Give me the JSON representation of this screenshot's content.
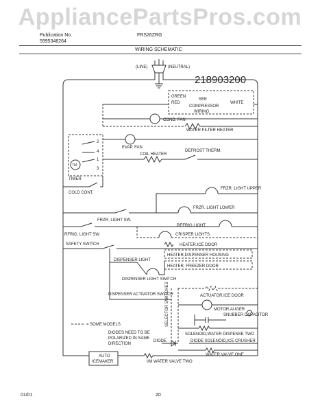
{
  "watermark": "AppliancePartsPros.com",
  "header": {
    "publication_label": "Publication No.",
    "publication_no": "5995348264",
    "model": "FRS26ZRG",
    "title": "WIRING SCHEMATIC"
  },
  "diagram": {
    "part_number": "218903200",
    "line": "(LINE)",
    "neutral": "(NEUTRAL)",
    "green": "GREEN",
    "red": "RED",
    "see": "SEE",
    "white": "WHITE",
    "compressor": "COMPRESSOR",
    "wiring": "WIRING",
    "water_filter_heater": "WATER FILTER HEATER",
    "cond_fan": "COND. FAN",
    "evap_fan": "EVAP. FAN",
    "coil_heater": "COIL HEATER",
    "defrost_therm": "DEFROST THERM.",
    "tm": "TM",
    "timer": "TIMER",
    "cold_cont": "COLD CONT.",
    "frzr_light_upper": "FRZR. LIGHT UPPER",
    "frzr_light_lower": "FRZR. LIGHT LOWER",
    "frzr_light_sw": "FRZR. LIGHT SW.",
    "refrig_light": "REFRIG LIGHT",
    "refrig_light_sw": "RFRIG. LIGHT SW.",
    "crisper_lights": "CRISPER LIGHTS",
    "safety_switch": "SAFETY SWITCH",
    "heater_ice_door": "HEATER,ICE DOOR",
    "dispenser_light": "DISPENSER LIGHT",
    "heater_dispenser_housing": "HEATER,DISPENSER HOUSING",
    "heater_freezer_door": "HEATER, FREEZER DOOR",
    "dispenser_light_switch": "DISPENSER LIGHT SWITCH",
    "dispenser_activator_switch": "DISPENSER ACTIVATOR SWITCH",
    "selector_switches": "SELECTOR SWITCHES",
    "actuator_ice_door": "ACTUATOR,ICE DOOR",
    "motor_auger": "MOTOR,AUGER",
    "snubber_capacitor": "SNUBBER CAPACITOR",
    "solenoid_water_dispense_two": "SOLENOID,WATER DISPENSE TWO",
    "some_models": "= SOME MODELS",
    "diodes_note": "DIODES NEED TO BE POLARIZED IN SAME DIRECTION",
    "diode": "DIODE",
    "diode_solenoid_ice_crusher": "DIODE SOLENOID,ICE CRUSHER",
    "water_valve_one": "WATER VALVE ONE",
    "auto_icemaker": "AUTO ICEMAKER",
    "im_water_valve_two": "I/M WATER VALVE TWO"
  },
  "footer": {
    "date": "01/01",
    "page": "20"
  }
}
